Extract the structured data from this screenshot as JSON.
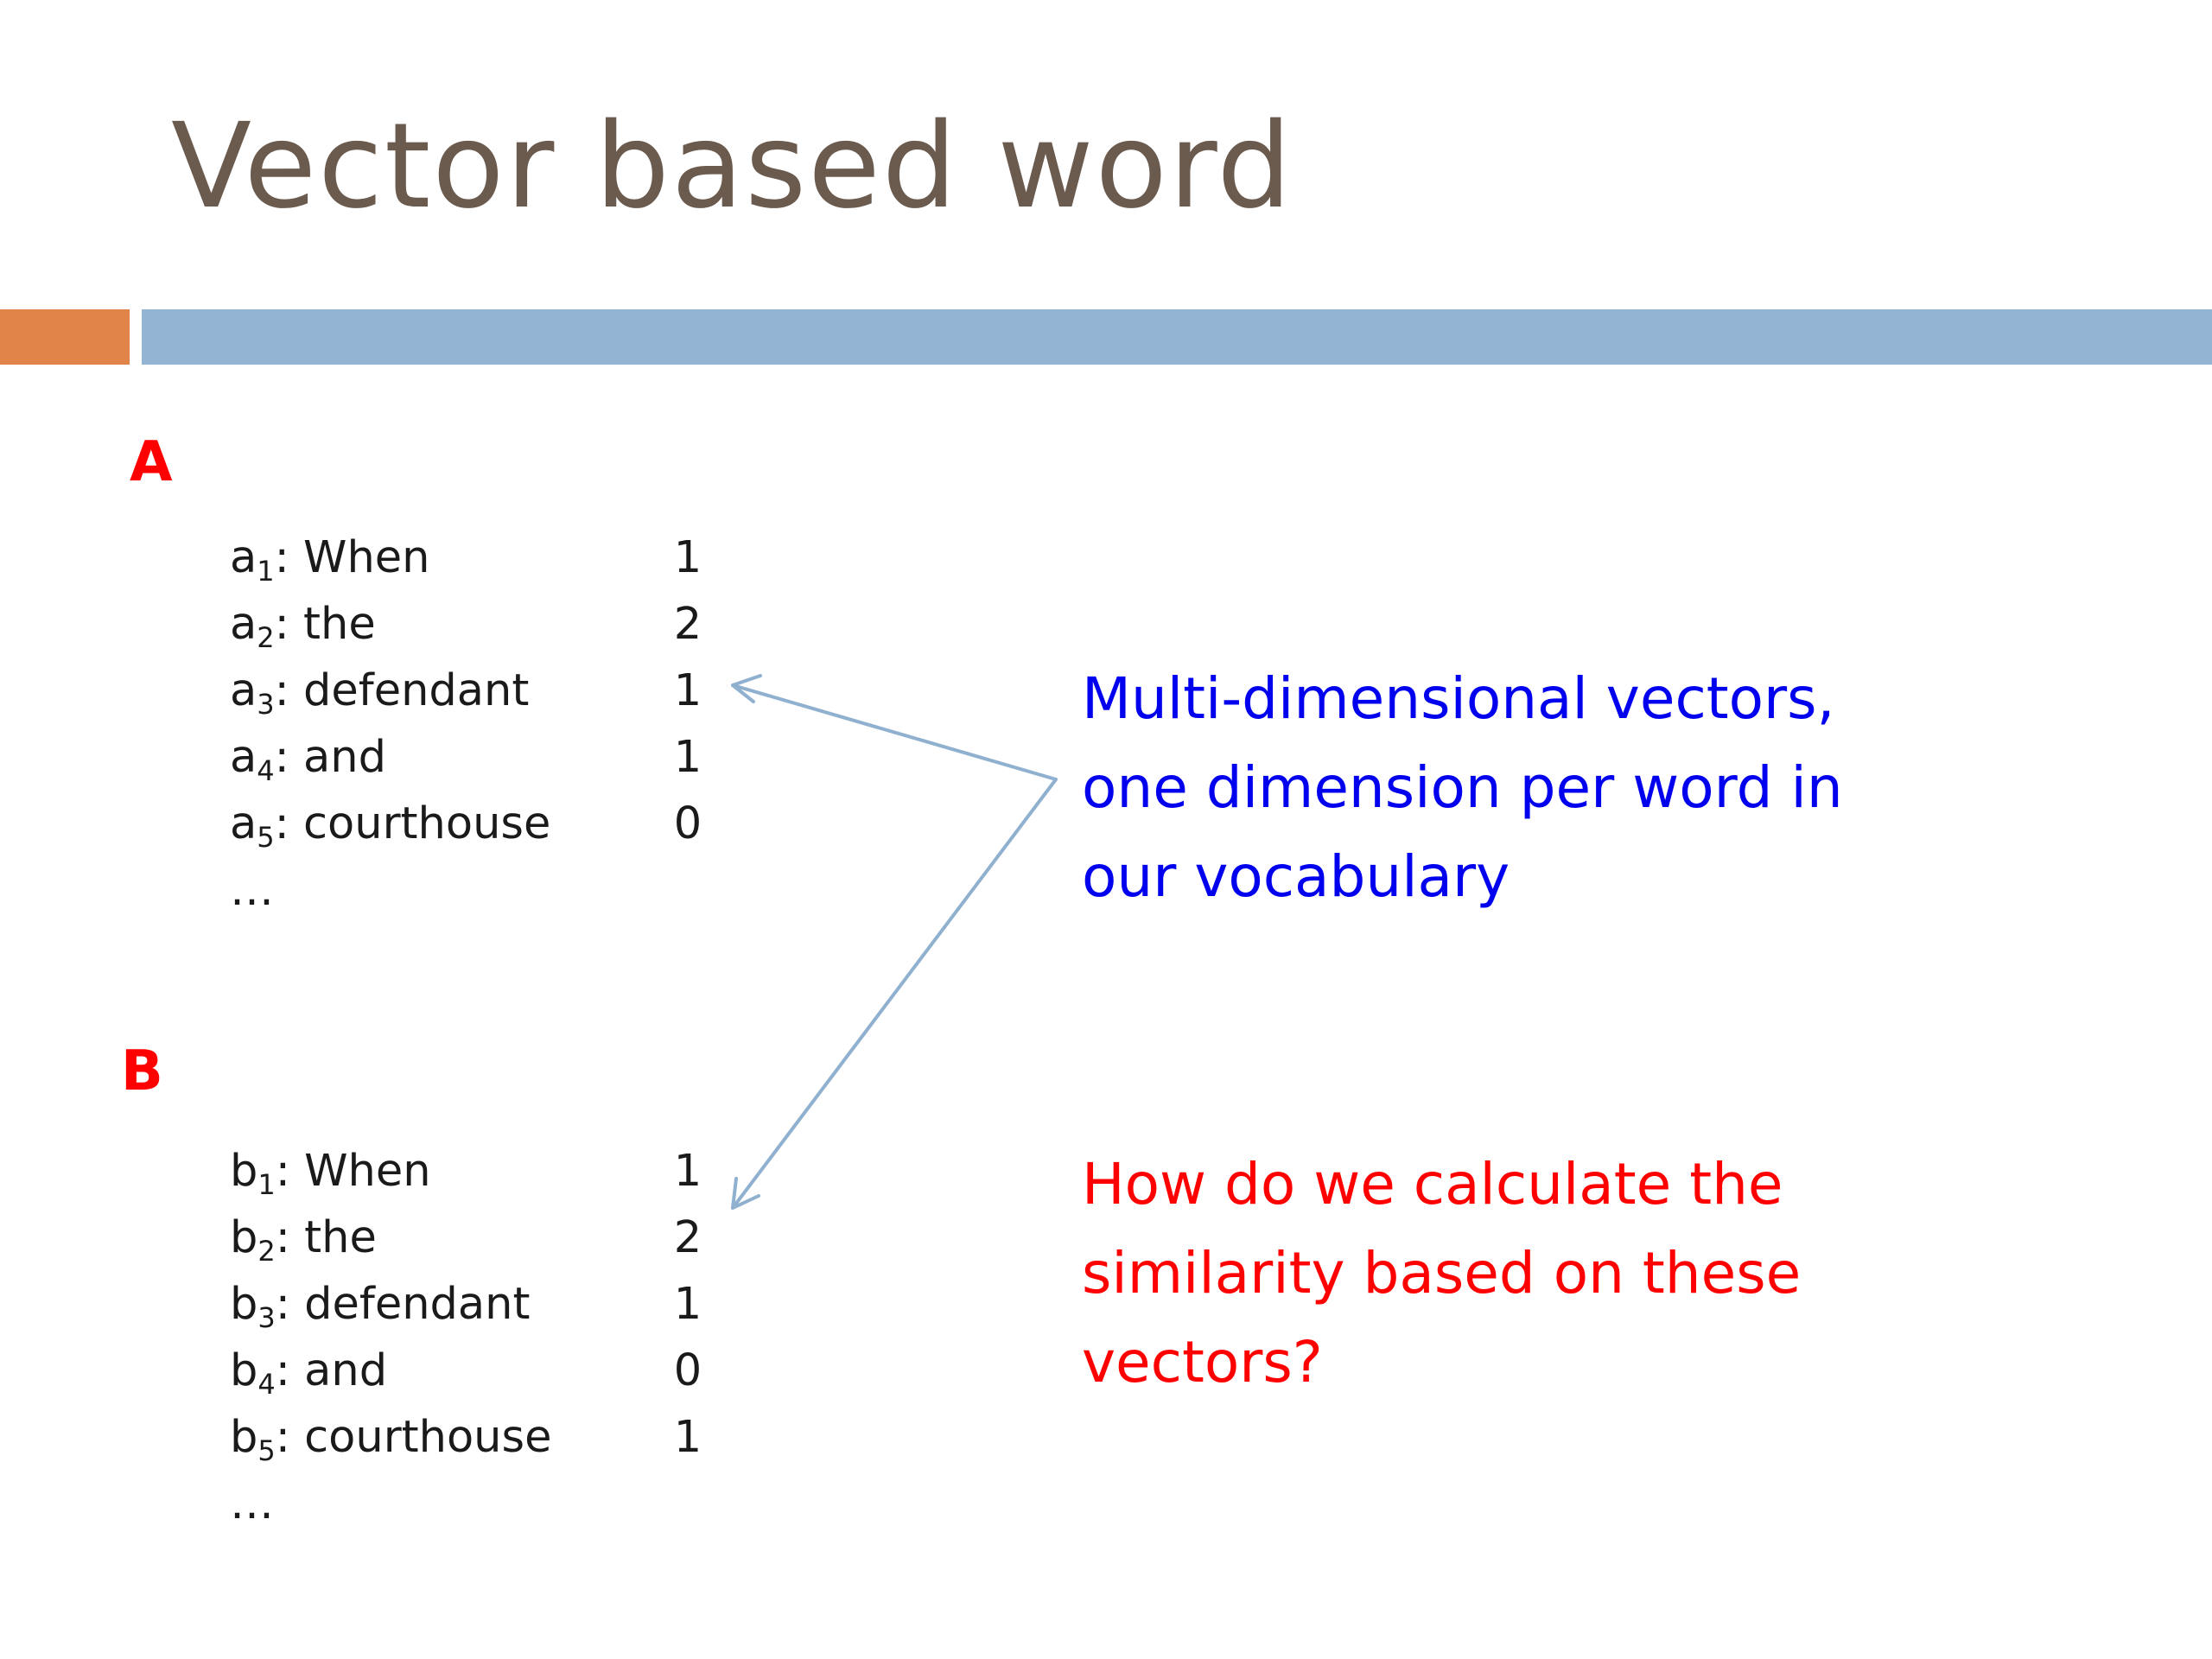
{
  "slide": {
    "title": "Vector based word"
  },
  "vector_a": {
    "label": "A",
    "rows": [
      {
        "var": "a",
        "index": "1",
        "word": ": When",
        "value": "1"
      },
      {
        "var": "a",
        "index": "2",
        "word": ": the",
        "value": "2"
      },
      {
        "var": "a",
        "index": "3",
        "word": ": defendant",
        "value": "1"
      },
      {
        "var": "a",
        "index": "4",
        "word": ": and",
        "value": "1"
      },
      {
        "var": "a",
        "index": "5",
        "word": ": courthouse",
        "value": "0"
      }
    ],
    "ellipsis": "…"
  },
  "vector_b": {
    "label": "B",
    "rows": [
      {
        "var": "b",
        "index": "1",
        "word": ": When",
        "value": "1"
      },
      {
        "var": "b",
        "index": "2",
        "word": ": the",
        "value": "2"
      },
      {
        "var": "b",
        "index": "3",
        "word": ": defendant",
        "value": "1"
      },
      {
        "var": "b",
        "index": "4",
        "word": ": and",
        "value": "0"
      },
      {
        "var": "b",
        "index": "5",
        "word": ": courthouse",
        "value": "1"
      }
    ],
    "ellipsis": "…"
  },
  "notes": {
    "blue_lines": [
      "Multi-dimensional vectors,",
      "one dimension per word in",
      "our vocabulary"
    ],
    "red_lines": [
      "How do we calculate the",
      "similarity based on these",
      "vectors?"
    ]
  },
  "colors": {
    "title": "#6b5a4e",
    "accent_orange": "#e0844a",
    "accent_blue": "#94b4d3",
    "label_red": "#ff0000",
    "note_blue": "#0000ee",
    "arrow": "#8fb0cf"
  }
}
